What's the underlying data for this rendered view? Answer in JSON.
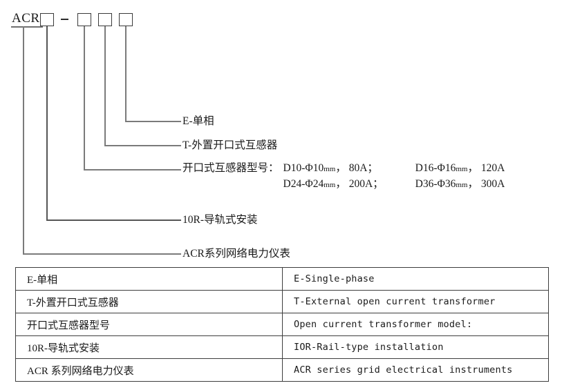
{
  "code_row": {
    "prefix": "ACR",
    "separator": "-",
    "boxes": [
      "",
      "",
      "",
      ""
    ]
  },
  "callouts": [
    {
      "id": "single-phase",
      "text": "E-单相"
    },
    {
      "id": "external-transformer",
      "text": "T-外置开口式互感器"
    },
    {
      "id": "transformer-model",
      "label": "开口式互感器型号：",
      "models": [
        {
          "left_code": "D10-Φ10",
          "left_unit": "mm",
          "left_current": "80A；",
          "right_code": "D16-Φ16",
          "right_unit": "mm",
          "right_current": "120A"
        },
        {
          "left_code": "D24-Φ24",
          "left_unit": "mm",
          "left_current": "200A；",
          "right_code": "D36-Φ36",
          "right_unit": "mm",
          "right_current": "300A"
        }
      ]
    },
    {
      "id": "rail-installation",
      "text": "10R-导轨式安装"
    },
    {
      "id": "acr-series",
      "text": "ACR系列网络电力仪表"
    }
  ],
  "table": {
    "rows": [
      {
        "cn": "E-单相",
        "en": "E-Single-phase"
      },
      {
        "cn": "T-外置开口式互感器",
        "en": "T-External open current transformer"
      },
      {
        "cn": "开口式互感器型号",
        "en": "Open current transformer model:"
      },
      {
        "cn": "10R-导轨式安装",
        "en": "IOR-Rail-type installation"
      },
      {
        "cn": "ACR 系列网络电力仪表",
        "en": "ACR series grid electrical instruments"
      }
    ]
  }
}
